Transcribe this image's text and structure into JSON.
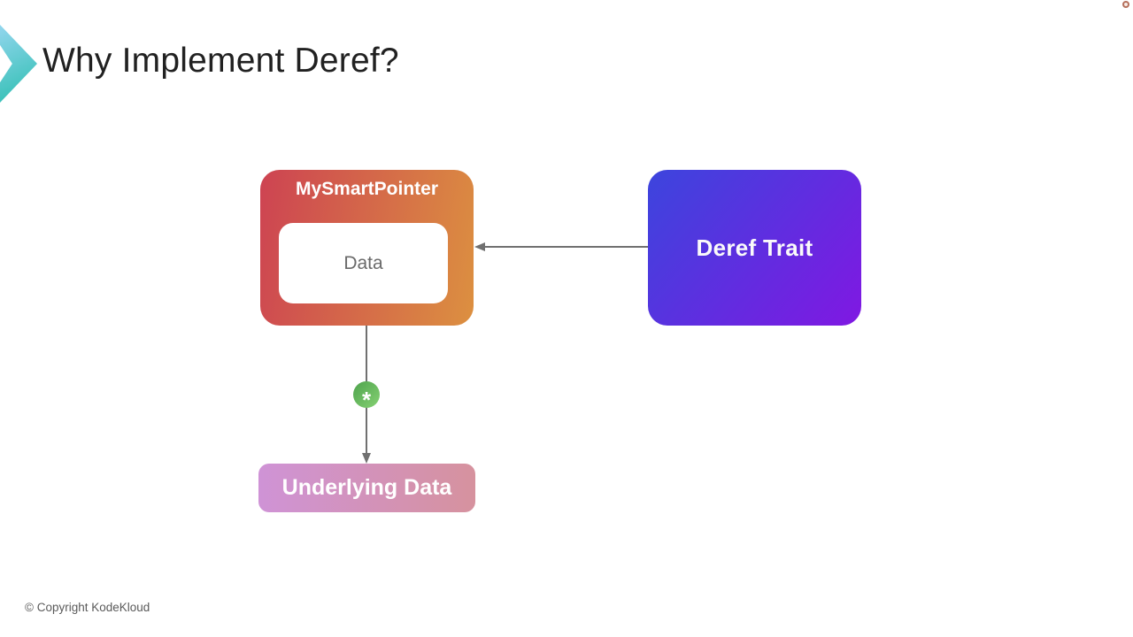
{
  "slide": {
    "title": "Why Implement Deref?",
    "footer": "© Copyright KodeKloud"
  },
  "diagram": {
    "smart_pointer": {
      "label": "MySmartPointer",
      "inner_label": "Data"
    },
    "deref_trait": {
      "label": "Deref Trait"
    },
    "deref_operator": {
      "symbol": "*"
    },
    "underlying_data": {
      "label": "Underlying Data"
    }
  },
  "colors": {
    "title_text": "#212121",
    "footer_text": "#5a5a5a",
    "arrow": "#707070",
    "sp_start": "#cd4352",
    "sp_end": "#dc9040",
    "deref_start": "#3c45dd",
    "deref_end": "#8018e2",
    "star_start": "#4fa34d",
    "star_end": "#85d173",
    "ud_start": "#cf93d6",
    "ud_end": "#d6929e",
    "logo_start": "#93d6ee",
    "logo_end": "#2fbfb2",
    "data_text": "#6a6a6a",
    "corner_dot": "#b5705c"
  }
}
